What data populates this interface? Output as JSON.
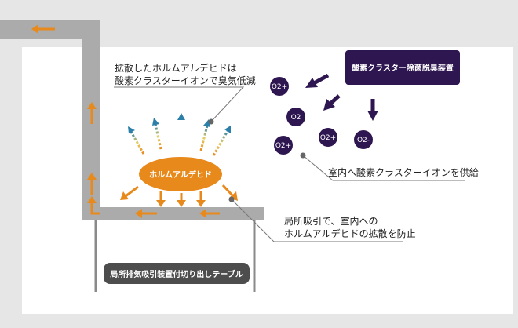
{
  "labels": {
    "diffused_reduction_l1": "拡散したホルムアルデヒドは",
    "diffused_reduction_l2": "酸素クラスターイオンで臭気低減",
    "device": "酸素クラスター除菌脱臭装置",
    "supply": "室内へ酸素クラスターイオンを供給",
    "local_exhaust_l1": "局所吸引で、室内への",
    "local_exhaust_l2": "ホルムアルデヒドの拡散を防止",
    "formaldehyde": "ホルムアルデヒド",
    "table": "局所排気吸引装置付切り出しテーブル"
  },
  "ions": [
    "O2+",
    "O2",
    "O2+",
    "O2+",
    "O2-"
  ],
  "colors": {
    "duct": "#ababab",
    "background": "#e6e6e6",
    "room": "#ffffff",
    "accent_orange": "#e8891c",
    "ion_purple": "#2e1650",
    "label_box": "#4d4d4d",
    "leader_line": "#777777"
  }
}
